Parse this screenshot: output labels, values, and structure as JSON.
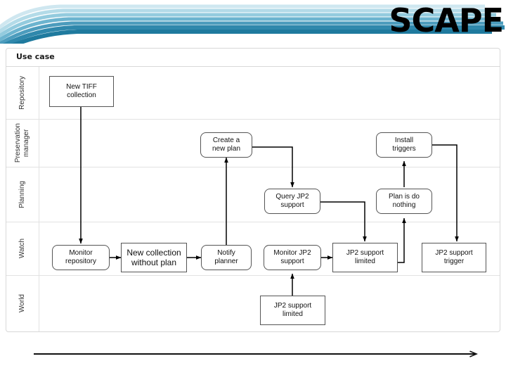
{
  "brand": {
    "title": "SCAPE"
  },
  "banner": {
    "ribbon_colors": [
      "#bfe0ea",
      "#a5d3e2",
      "#8bc6da",
      "#5fa8c4",
      "#3d90b2",
      "#2e7f a3",
      "#23718f"
    ]
  },
  "table": {
    "header": "Use case",
    "rows": [
      {
        "label": "Repository"
      },
      {
        "label": "Preservation\nmanager"
      },
      {
        "label": "Planning"
      },
      {
        "label": "Watch"
      },
      {
        "label": "World"
      }
    ]
  },
  "diagram": {
    "nodes": [
      {
        "id": "new-tiff-collection",
        "label": "New TIFF\ncollection",
        "row": "Repository",
        "shape": "rect"
      },
      {
        "id": "create-a-new-plan",
        "label": "Create a\nnew plan",
        "row": "Preservation manager",
        "shape": "rounded"
      },
      {
        "id": "install-triggers",
        "label": "Install\ntriggers",
        "row": "Preservation manager",
        "shape": "rounded"
      },
      {
        "id": "query-jp2-support",
        "label": "Query JP2\nsupport",
        "row": "Planning",
        "shape": "rounded"
      },
      {
        "id": "plan-is-do-nothing",
        "label": "Plan is do\nnothing",
        "row": "Planning",
        "shape": "rounded"
      },
      {
        "id": "monitor-repository",
        "label": "Monitor\nrepository",
        "row": "Watch",
        "shape": "rounded"
      },
      {
        "id": "new-collection-without-plan",
        "label": "New collection\nwithout plan",
        "row": "Watch",
        "shape": "rect"
      },
      {
        "id": "notify-planner",
        "label": "Notify\nplanner",
        "row": "Watch",
        "shape": "rounded"
      },
      {
        "id": "monitor-jp2-support",
        "label": "Monitor JP2\nsupport",
        "row": "Watch",
        "shape": "rounded"
      },
      {
        "id": "jp2-support-limited-watch",
        "label": "JP2 support\nlimited",
        "row": "Watch",
        "shape": "rect"
      },
      {
        "id": "jp2-support-trigger",
        "label": "JP2 support\ntrigger",
        "row": "Watch",
        "shape": "rect"
      },
      {
        "id": "jp2-support-limited-world",
        "label": "JP2 support\nlimited",
        "row": "World",
        "shape": "rect"
      }
    ],
    "edges": [
      {
        "from": "new-tiff-collection",
        "to": "monitor-repository"
      },
      {
        "from": "monitor-repository",
        "to": "new-collection-without-plan"
      },
      {
        "from": "new-collection-without-plan",
        "to": "notify-planner"
      },
      {
        "from": "notify-planner",
        "to": "create-a-new-plan"
      },
      {
        "from": "create-a-new-plan",
        "to": "query-jp2-support"
      },
      {
        "from": "query-jp2-support",
        "to": "jp2-support-limited-watch"
      },
      {
        "from": "jp2-support-limited-world",
        "to": "monitor-jp2-support"
      },
      {
        "from": "monitor-jp2-support",
        "to": "jp2-support-limited-watch"
      },
      {
        "from": "jp2-support-limited-watch",
        "to": "plan-is-do-nothing"
      },
      {
        "from": "plan-is-do-nothing",
        "to": "install-triggers"
      },
      {
        "from": "install-triggers",
        "to": "jp2-support-trigger"
      }
    ],
    "timeline_arrow": {
      "direction": "left-to-right"
    }
  }
}
